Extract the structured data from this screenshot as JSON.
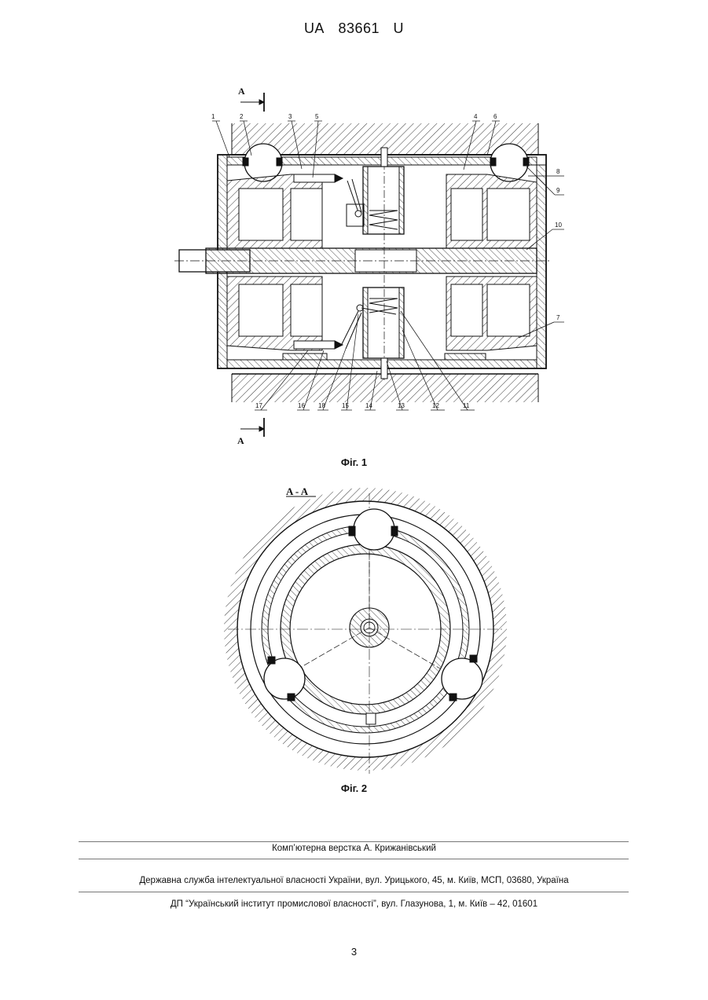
{
  "header": {
    "country": "UA",
    "number": "83661",
    "kind": "U"
  },
  "fig1": {
    "caption": "Фіг. 1",
    "section_mark": "A",
    "labels": [
      "1",
      "2",
      "3",
      "5",
      "4",
      "6",
      "8",
      "9",
      "10",
      "7",
      "17",
      "16",
      "18",
      "15",
      "14",
      "13",
      "12",
      "11"
    ]
  },
  "fig2": {
    "caption": "Фіг. 2",
    "section_title": "A - A"
  },
  "footer": {
    "line1": "Комп’ютерна верстка А. Крижанівський",
    "line2": "Державна служба інтелектуальної власності України, вул. Урицького, 45, м. Київ, МСП, 03680, Україна",
    "line3": "ДП “Український інститут промислової власності”, вул. Глазунова, 1, м. Київ – 42, 01601"
  },
  "page_number": "3"
}
